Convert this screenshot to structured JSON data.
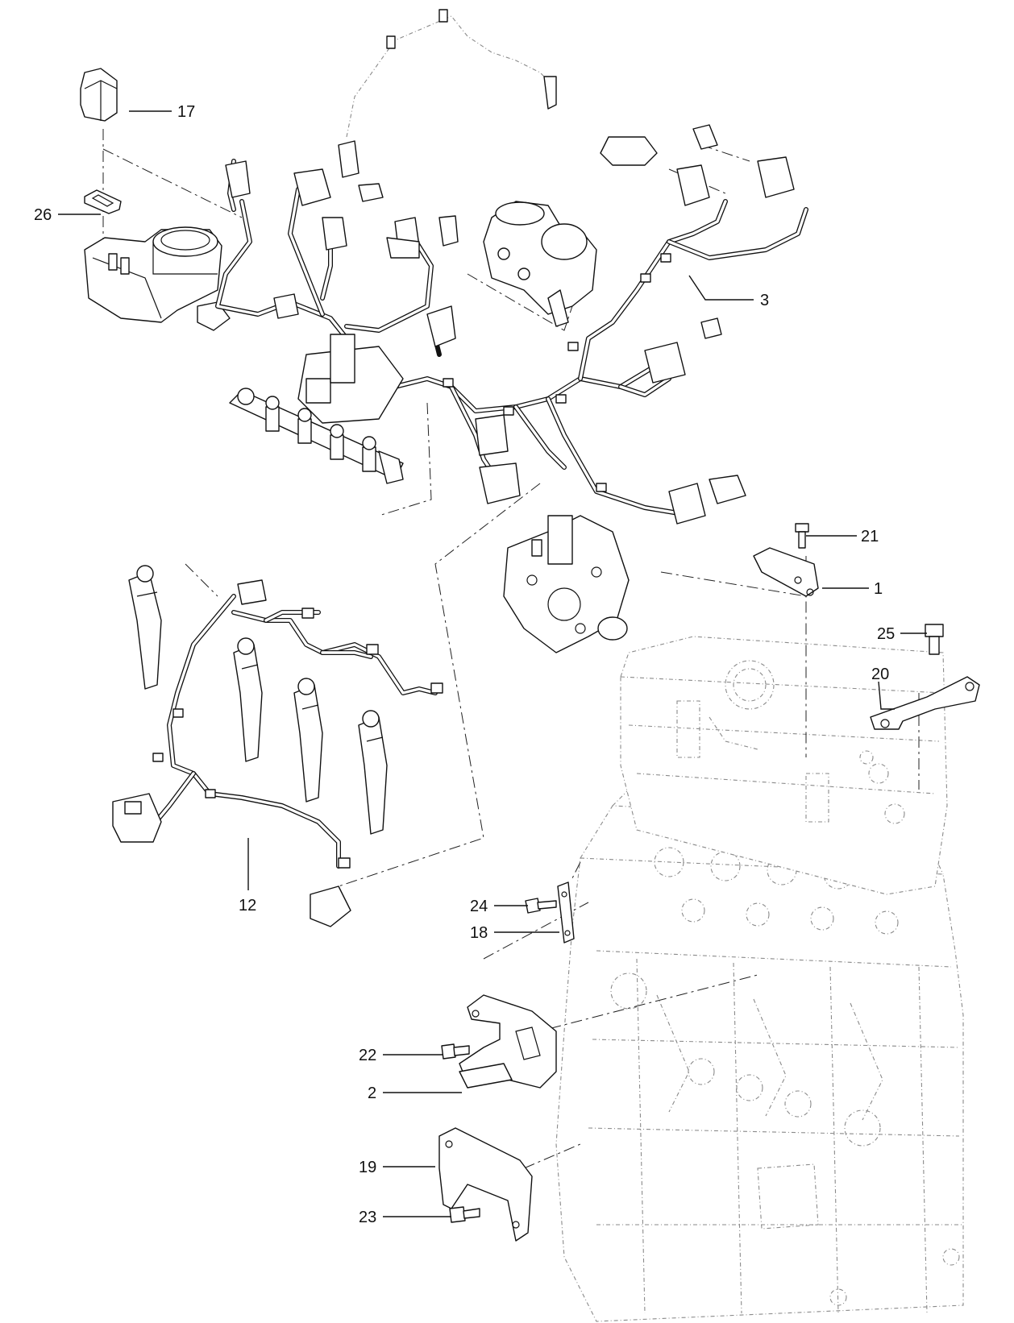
{
  "callouts": {
    "c17": "17",
    "c26": "26",
    "c3": "3",
    "c21": "21",
    "c1": "1",
    "c25": "25",
    "c20": "20",
    "c12": "12",
    "c24": "24",
    "c18": "18",
    "c22": "22",
    "c2": "2",
    "c19": "19",
    "c23": "23"
  },
  "colors": {
    "line": "#111111",
    "ghost_line": "#8a8a8a",
    "background": "#ffffff"
  }
}
